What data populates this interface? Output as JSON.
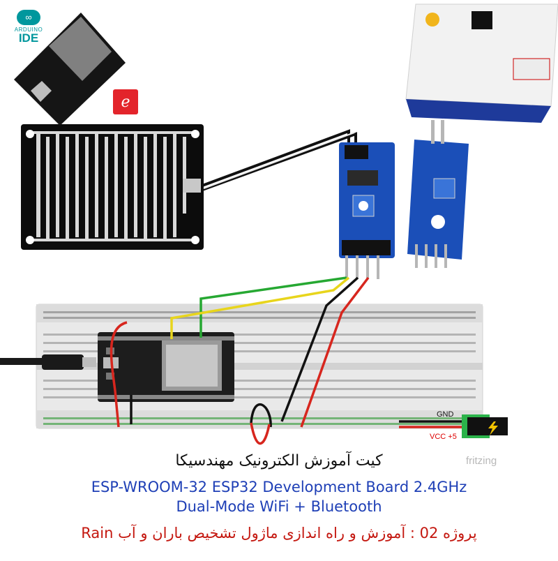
{
  "logos": {
    "arduino_ide_top": "ARDUINO",
    "arduino_ide_bottom": "IDE",
    "fritzing": "fritzing"
  },
  "power_jack": {
    "gnd_label": "GND",
    "vcc_label": "VCC +5"
  },
  "captions": {
    "persian_title": "کیت آموزش الکترونیک مهندسیکا",
    "english_line1": "ESP-WROOM-32 ESP32  Development Board 2.4GHz",
    "english_line2": "Dual-Mode WiFi + Bluetooth",
    "project_line": "پروژه 02 : آموزش و راه اندازی ماژول تشخیص باران و آب Rain"
  },
  "colors": {
    "wire_red": "#d7261e",
    "wire_black": "#111111",
    "wire_green": "#26a832",
    "wire_yellow": "#e8d51c",
    "module_blue": "#1b4fb8",
    "esp_board": "#1d1d1d",
    "breadboard": "#e9e9e9",
    "caption_blue": "#1e3fb6",
    "caption_red": "#c4170f"
  },
  "icons": [
    "arduino-infinity-icon",
    "espressif-logo-icon",
    "usb-cable-icon"
  ]
}
